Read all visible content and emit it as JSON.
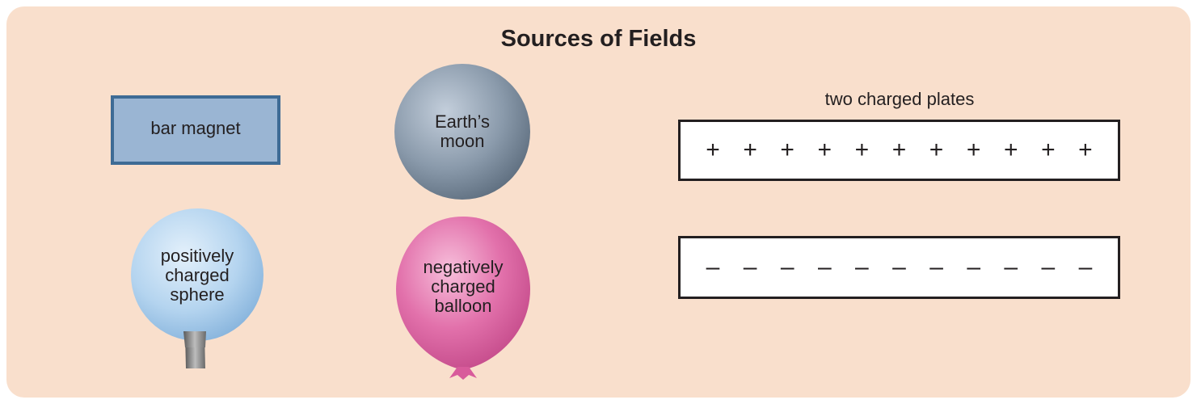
{
  "title": "Sources of Fields",
  "labels": {
    "bar_magnet": "bar magnet",
    "moon": [
      "Earth’s",
      "moon"
    ],
    "sphere": [
      "positively",
      "charged",
      "sphere"
    ],
    "balloon": [
      "negatively",
      "charged",
      "balloon"
    ],
    "plates": "two charged plates"
  },
  "plates": {
    "positive_symbols": [
      "+",
      "+",
      "+",
      "+",
      "+",
      "+",
      "+",
      "+",
      "+",
      "+",
      "+"
    ],
    "negative_symbols": [
      "–",
      "–",
      "–",
      "–",
      "–",
      "–",
      "–",
      "–",
      "–",
      "–",
      "–"
    ]
  },
  "colors": {
    "panel": "#f9dfcc",
    "magnet_fill": "#9ab5d3",
    "magnet_border": "#3e6b95",
    "moon": "#8a9aab",
    "sphere": "#b4d4ef",
    "balloon": "#e271ab",
    "outline": "#231f20"
  }
}
